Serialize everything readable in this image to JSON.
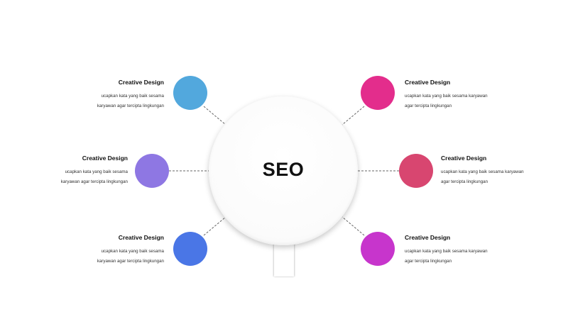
{
  "center": {
    "label": "SEO"
  },
  "colors": {
    "left_top": "#52A8DD",
    "left_middle": "#8E77E3",
    "left_bottom": "#4A76E6",
    "right_top": "#E32D8C",
    "right_middle": "#D84670",
    "right_bottom": "#C735CC",
    "connector": "#666666"
  },
  "items": [
    {
      "title": "Creative Design",
      "line1": "ucapkan kata yang baik sesama",
      "line2": "karyawan agar tercipta lingkungan"
    },
    {
      "title": "Creative Design",
      "line1": "ucapkan kata yang baik sesama",
      "line2": "karyawan agar tercipta lingkungan"
    },
    {
      "title": "Creative Design",
      "line1": "ucapkan kata yang baik sesama",
      "line2": "karyawan agar tercipta lingkungan"
    },
    {
      "title": "Creative Design",
      "line1": "ucapkan kata yang baik sesama karyawan",
      "line2": "agar tercipta lingkungan"
    },
    {
      "title": "Creative Design",
      "line1": "ucapkan kata yang baik sesama karyawan",
      "line2": "agar tercipta lingkungan"
    },
    {
      "title": "Creative Design",
      "line1": "ucapkan kata yang baik sesama karyawan",
      "line2": "agar tercipta lingkungan"
    }
  ]
}
